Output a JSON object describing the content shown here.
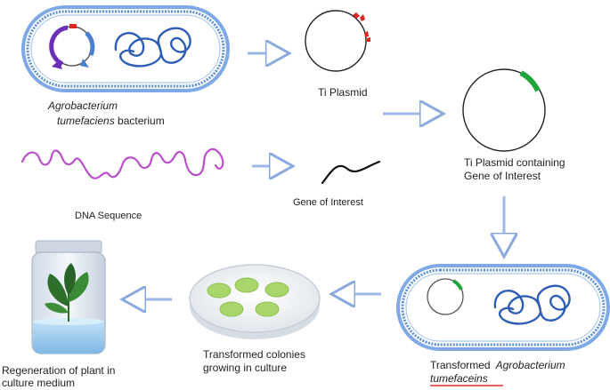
{
  "labels": {
    "bacterium_italic": "Agrobacterium",
    "bacterium_italic2": "tumefaciens",
    "bacterium_rest": " bacterium",
    "ti_plasmid": "Ti Plasmid",
    "ti_plasmid_goi_line1": "Ti Plasmid containing",
    "ti_plasmid_goi_line2": "Gene of Interest",
    "dna_sequence": "DNA Sequence",
    "gene_of_interest": "Gene of Interest",
    "transformed_prefix": "Transformed",
    "transformed_italic1": "Agrobacterium",
    "transformed_italic2": "tumefaceins",
    "colonies_line1": "Transformed colonies",
    "colonies_line2": "growing in culture",
    "regen_line1": "Regeneration of plant in",
    "regen_line2": "culture medium"
  },
  "colors": {
    "capsule_border": "#5b8fd6",
    "capsule_inner": "#a9c6ee",
    "chromosome": "#2d5db5",
    "plasmid_ring": "#222222",
    "restriction_site": "#e0251f",
    "gene_insert": "#1fa33a",
    "dna_strand": "#b94fc9",
    "plasmid_arc_purple": "#6a2fb8",
    "plasmid_arc_blue": "#4a7fd0",
    "arrow": "#9db8e6",
    "colony": "#a8d66a",
    "underline": "#d6322a"
  }
}
